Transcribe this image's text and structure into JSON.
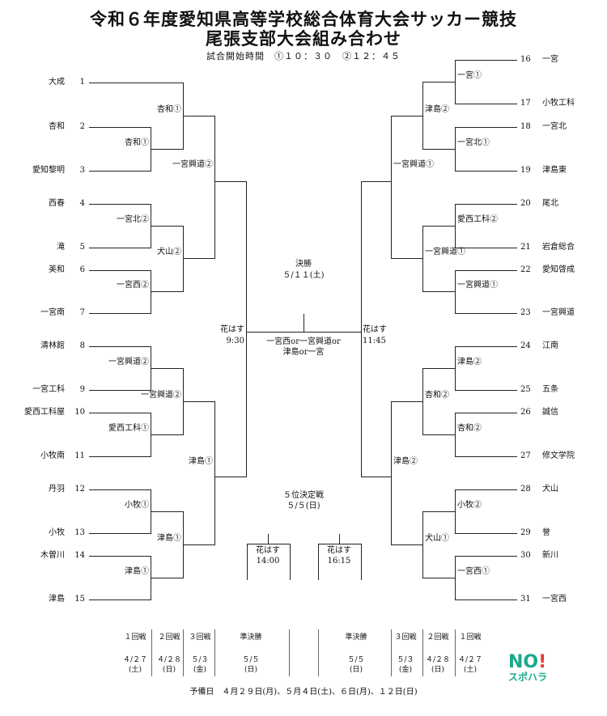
{
  "header": {
    "title_line1": "令和６年度愛知県高等学校総合体育大会サッカー競技",
    "title_line2": "尾張支部大会組み合わせ",
    "start_times": "試合開始時間　①１０：３０　②１２：４５"
  },
  "left_teams": [
    {
      "num": "1",
      "name": "大成"
    },
    {
      "num": "2",
      "name": "杏和"
    },
    {
      "num": "3",
      "name": "愛知黎明"
    },
    {
      "num": "4",
      "name": "西春"
    },
    {
      "num": "5",
      "name": "滝"
    },
    {
      "num": "6",
      "name": "美和"
    },
    {
      "num": "7",
      "name": "一宮南"
    },
    {
      "num": "8",
      "name": "清林館"
    },
    {
      "num": "9",
      "name": "一宮工科"
    },
    {
      "num": "10",
      "name": "愛西工科屋"
    },
    {
      "num": "11",
      "name": "小牧南"
    },
    {
      "num": "12",
      "name": "丹羽"
    },
    {
      "num": "13",
      "name": "小牧"
    },
    {
      "num": "14",
      "name": "木曽川"
    },
    {
      "num": "15",
      "name": "津島"
    }
  ],
  "right_teams": [
    {
      "num": "16",
      "name": "一宮"
    },
    {
      "num": "17",
      "name": "小牧工科"
    },
    {
      "num": "18",
      "name": "一宮北"
    },
    {
      "num": "19",
      "name": "津島東"
    },
    {
      "num": "20",
      "name": "尾北"
    },
    {
      "num": "21",
      "name": "岩倉総合"
    },
    {
      "num": "22",
      "name": "愛知啓成"
    },
    {
      "num": "23",
      "name": "一宮興道"
    },
    {
      "num": "24",
      "name": "江南"
    },
    {
      "num": "25",
      "name": "五条"
    },
    {
      "num": "26",
      "name": "誠信"
    },
    {
      "num": "27",
      "name": "修文学院"
    },
    {
      "num": "28",
      "name": "犬山"
    },
    {
      "num": "29",
      "name": "誉"
    },
    {
      "num": "30",
      "name": "新川"
    },
    {
      "num": "31",
      "name": "一宮西"
    }
  ],
  "left_venues": {
    "r1_a": "杏和①",
    "r1_b": "一宮北②",
    "r1_c": "一宮西②",
    "r1_d": "一宮興道②",
    "r1_e": "愛西工科①",
    "r1_f": "小牧①",
    "r1_g": "津島①",
    "r2_a": "杏和①",
    "r2_b": "犬山②",
    "r2_c": "一宮興道②",
    "r2_d": "津島①",
    "r3_a": "一宮興道②",
    "r3_b": "津島①"
  },
  "right_venues": {
    "r1_a": "一宮①",
    "r1_b": "一宮北①",
    "r1_c": "愛西工科②",
    "r1_d": "一宮興道①",
    "r1_e": "津島②",
    "r1_f": "杏和②",
    "r1_g": "小牧②",
    "r1_h": "一宮西①",
    "r2_a": "津島②",
    "r2_b": "一宮興道①",
    "r2_c": "杏和②",
    "r2_d": "犬山①",
    "r3_a": "一宮興道①",
    "r3_b": "津島②"
  },
  "center": {
    "final_label": "決勝",
    "final_date": "５/１１(土)",
    "final_venue_line1": "一宮西or一宮興道or",
    "final_venue_line2": "津島or一宮",
    "semi_left_venue": "花はす",
    "semi_left_time": "9:30",
    "semi_right_venue": "花はす",
    "semi_right_time": "11:45",
    "fifth_label": "５位決定戦",
    "fifth_date": "５/５(日)",
    "fifth_left_venue": "花はす",
    "fifth_left_time": "14:00",
    "fifth_right_venue": "花はす",
    "fifth_right_time": "16:15"
  },
  "schedule": {
    "left": [
      {
        "round": "１回戦",
        "date": "４/２７",
        "day": "(土)"
      },
      {
        "round": "２回戦",
        "date": "４/２８",
        "day": "(日)"
      },
      {
        "round": "３回戦",
        "date": "５/３",
        "day": "(金)"
      },
      {
        "round": "準決勝",
        "date": "５/５",
        "day": "(日)"
      }
    ],
    "right": [
      {
        "round": "準決勝",
        "date": "５/５",
        "day": "(日)"
      },
      {
        "round": "３回戦",
        "date": "５/３",
        "day": "(金)"
      },
      {
        "round": "２回戦",
        "date": "４/２８",
        "day": "(日)"
      },
      {
        "round": "１回戦",
        "date": "４/２７",
        "day": "(土)"
      }
    ]
  },
  "footer": {
    "reserve_days": "予備日　４月２９日(月)、５月４日(土)、６日(月)、１２日(日)"
  },
  "logo": {
    "text_main": "NO",
    "text_bang": "!",
    "text_sub": "スポハラ"
  }
}
